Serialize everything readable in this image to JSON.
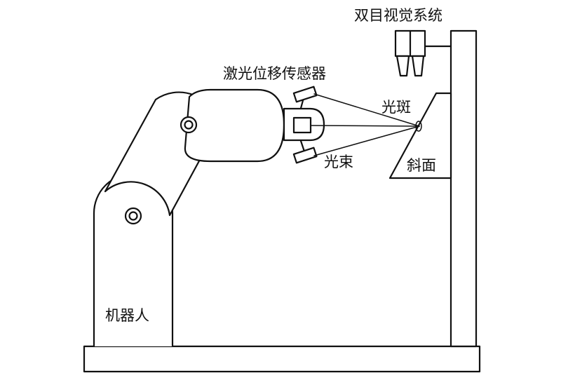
{
  "labels": {
    "binocular_vision_system": "双目视觉系统",
    "laser_displacement_sensor": "激光位移传感器",
    "light_spot": "光斑",
    "light_beam": "光束",
    "inclined_surface": "斜面",
    "robot": "机器人"
  },
  "colors": {
    "stroke": "#111111",
    "background": "#ffffff"
  }
}
